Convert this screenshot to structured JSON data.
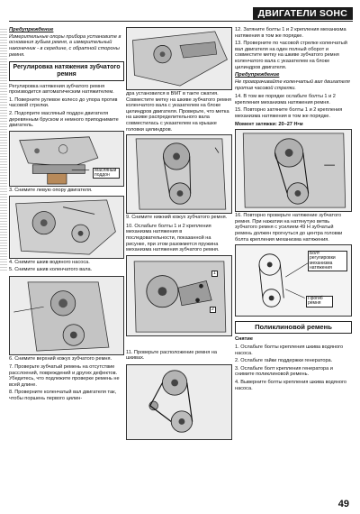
{
  "header": {
    "title": "ДВИГАТЕЛИ SOHC"
  },
  "col1": {
    "note1_title": "Предупреждение",
    "note1_text": "Измерительные опоры прибора установите в основания зубьев ремня, а измерительный наконечник - в середине, с обратной стороны ремня.",
    "section_title": "Регулировка натяжения зубчатого ремня",
    "intro": "Регулировка натяжения зубчатого ремня производится автоматическим натяжителем.",
    "step1": "1. Поверните рулевое колесо до упора против часовой стрелки.",
    "step2": "2. Подоприте масляный поддон двигателя деревянным бруском и немного приподнимите двигатель.",
    "fig1_label": "Масляный поддон",
    "cap3": "3. Снимите левую опору двигателя.",
    "cap4": "4. Снимите шкив водяного насоса.",
    "cap5": "5. Снимите шкив коленчатого вала.",
    "cap6": "6. Снимите верхний кожух зубчатого ремня.",
    "step7": "7. Проверьте зубчатый ремень на отсутствие расслоений, повреждений и других дефектов. Убедитесь, что подлежите проверке ремень не всей длине.",
    "step8": "8. Проверните коленчатый вал двигателя так, чтобы поршень первого цилин-"
  },
  "col2": {
    "cont": "дра установился в ВМТ в такте сжатия. Совместите метку на шкиве зубчатого ремня коленчатого вала с указателем на блоке цилиндров двигателя. Проверьте, что метка на шкиве распределительного вала совместилась с указателем на крышке головки цилиндров.",
    "cap9": "9. Снимите нижний кожух зубчатого ремня.",
    "step10": "10. Ослабьте болты 1 и 2 крепления механизма натяжения в последовательности, показанной на рисунке, при этом разожмется пружина механизма натяжения зубчатого ремня.",
    "fig3_n1": "1",
    "fig3_n2": "2",
    "cap11": "11. Проверьте расположение ремня на шкивах."
  },
  "col3": {
    "step12": "12. Затяните болты 1 и 2 крепления механизма натяжения в том же порядке.",
    "step13": "13. Проверните по часовой стрелке коленчатый вал двигателя на один полный оборот и совместите метку на шкиве зубчатого ремня коленчатого вала с указателем на блоке цилиндров двигателя.",
    "note2_title": "Предупреждение",
    "note2_text": "Не проворачивайте коленчатый вал двигателя против часовой стрелки.",
    "step14": "14. В том же порядке ослабьте болты 1 и 2 крепления механизма натяжения ремня.",
    "step15": "15. Повторно затяните болты 1 и 2 крепления механизма натяжения в том же порядке.",
    "torque": "Момент затяжки: 20–27 Н•м",
    "step16": "16. Повторно проверьте натяжение зубчатого ремня. При нажатии на натянутую ветвь зубчатого ремня с усилием 49 Н зубчатый ремень должен прогнуться до центра головки болта крепления механизма натяжения.",
    "fig_label1": "Болт регулировки механизма натяжения",
    "fig_label2": "Прогиб ремня",
    "section2_title": "Поликлиновой ремень",
    "removal_title": "Снятие",
    "r1": "1. Ослабьте болты крепления шкива водяного насоса.",
    "r2": "2. Ослабьте гайки поддержки генератора.",
    "r3": "3. Ослабьте болт крепления генератора и снимите поликлиновой ремень.",
    "r4": "4. Выверните болты крепления шкива водяного насоса."
  },
  "footer": {
    "page": "49"
  }
}
